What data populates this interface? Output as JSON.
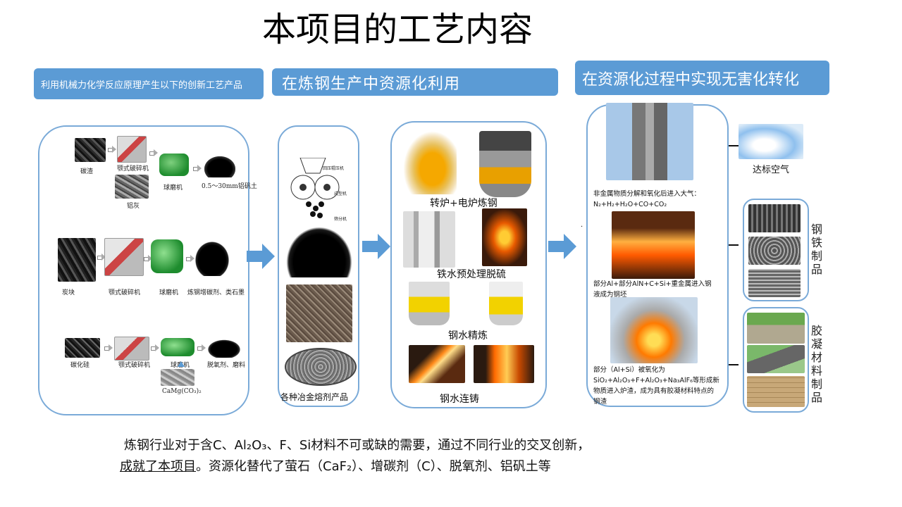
{
  "title": "本项目的工艺内容",
  "headers": {
    "h1": "利用机械力化学反应原理产生以下的创新工艺产品",
    "h2": "在炼钢生产中资源化利用",
    "h3": "在资源化过程中实现无害化转化"
  },
  "panel1": {
    "row1": {
      "input1": "碳渣",
      "input2": "铝灰",
      "crusher": "颚式破碎机",
      "mill": "球磨机",
      "output": "0.5～30mm铝矾土"
    },
    "row2": {
      "input": "炭块",
      "crusher": "颚式破碎机",
      "mill": "球磨机",
      "output": "炼钢增碳剂、类石墨"
    },
    "row3": {
      "input": "碳化硅",
      "crusher": "颚式破碎机",
      "mill": "球磨机",
      "output": "脱氧剂、磨料",
      "additive": "CaMg(CO₃)₂"
    }
  },
  "panel2": {
    "diagram_labels": [
      "回压辊压机",
      "成型机",
      "筛分机"
    ],
    "caption": "各种冶金熔剂产品"
  },
  "panel3": {
    "cap1": "转炉+电炉炼钢",
    "cap2": "铁水预处理脱硫",
    "cap3": "钢水精炼",
    "cap4": "钢水连铸"
  },
  "panel4": {
    "note1": "非金属物质分解和氧化后进入大气：N₂+H₂+H₂O+CO+CO₂",
    "note2": "部分Al+部分AlN+C+Si+重金属进入钢液成为钢坯",
    "note3": "部分（Al+Si）被氧化为SiO₂+Al₂O₃+F+Al₂O₃+Na₃AlF₆等形成新物质进入炉渣，成为具有胶凝材料特点的钢渣",
    "dot": "."
  },
  "outputs": {
    "air": "达标空气",
    "steel": "钢铁制品",
    "cement": "胶凝材料制品"
  },
  "bottom": {
    "line1": "炼钢行业对于含C、Al₂O₃、F、Si材料不可或缺的需要，通过不同行业的交叉创新，",
    "line2_underlined": "成就了本项目",
    "line2_rest": "。资源化替代了萤石（CaF₂）、增碳剂（C）、脱氧剂、铝矾土等"
  },
  "colors": {
    "accent": "#5b9bd5",
    "panel_border": "#7aaad8"
  }
}
